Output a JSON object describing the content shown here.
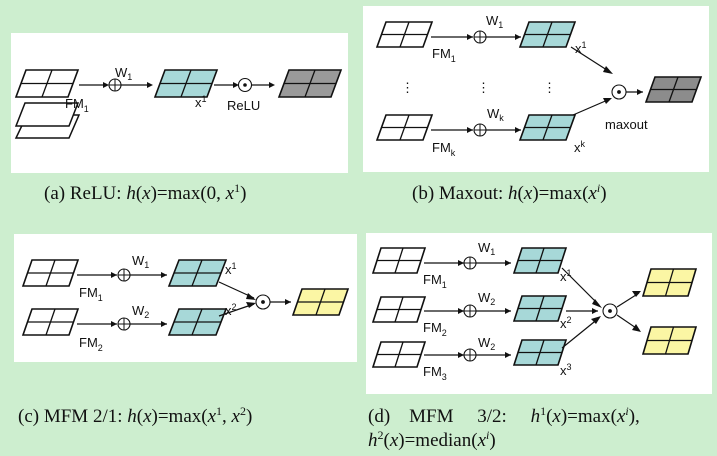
{
  "colors": {
    "background": "#cdeecf",
    "panel": "#ffffff",
    "input_map": "#ffffff",
    "conv_map": "#a7d8d8",
    "relu_output": "#9a9a9a",
    "maxout_output": "#8c8c8c",
    "mfm_output": "#fbf6a4"
  },
  "panel_a": {
    "fm_label": "FM",
    "fm_sub": "1",
    "w_label": "W",
    "w_sub": "1",
    "x_label": "x",
    "x_sup": "1",
    "op_label": "ReLU",
    "caption": {
      "prefix": "(a)  ReLU: ",
      "h": "h",
      "x": "x",
      "mid": ")=max(0, ",
      "x2": "x",
      "x2_sup": "1",
      "end": ")"
    }
  },
  "panel_b": {
    "fm_top": "FM",
    "fm_top_sub": "1",
    "w_top": "W",
    "w_top_sub": "1",
    "x_top": "x",
    "x_top_sup": "1",
    "dots": "⋮",
    "fm_bottom": "FM",
    "fm_bottom_sub": "k",
    "w_bottom": "W",
    "w_bottom_sub": "k",
    "x_bottom": "x",
    "x_bottom_sup": "k",
    "op_label": "maxout",
    "caption": {
      "prefix": "(b)  Maxout: ",
      "h": "h",
      "x": "x",
      "mid": ")=max(",
      "x2": "x",
      "x2_sup": "i",
      "end": ")"
    }
  },
  "panel_c": {
    "fm_top": "FM",
    "fm_top_sub": "1",
    "w_top": "W",
    "w_top_sub": "1",
    "x_top": "x",
    "x_top_sup": "1",
    "fm_bottom": "FM",
    "fm_bottom_sub": "2",
    "w_bottom": "W",
    "w_bottom_sub": "2",
    "x_bottom": "x",
    "x_bottom_sup": "2",
    "caption": {
      "prefix": "(c)  MFM 2/1: ",
      "h": "h",
      "x": "x",
      "mid": ")=max(",
      "x2": "x",
      "x2_sup": "1",
      "sep": ", ",
      "x3": "x",
      "x3_sup": "2",
      "end": ")"
    }
  },
  "panel_d": {
    "fm_1": "FM",
    "fm_1_sub": "1",
    "w_1": "W",
    "w_1_sub": "1",
    "x_1": "x",
    "x_1_sup": "1",
    "fm_2": "FM",
    "fm_2_sub": "2",
    "w_2": "W",
    "w_2_sub": "2",
    "x_2": "x",
    "x_2_sup": "2",
    "fm_3": "FM",
    "fm_3_sub": "3",
    "w_3": "W",
    "w_3_sub": "2",
    "x_3": "x",
    "x_3_sup": "3",
    "caption": {
      "line1_prefix": "(d)    MFM     3/2:     ",
      "h1": "h",
      "h1_sup": "1",
      "x": "x",
      "mid1": ")=max(",
      "x1": "x",
      "x1_sup": "i",
      "end1": "),",
      "h2": "h",
      "h2_sup": "2",
      "x2": "x",
      "mid2": ")=median(",
      "x3": "x",
      "x3_sup": "i",
      "end2": ")"
    }
  }
}
